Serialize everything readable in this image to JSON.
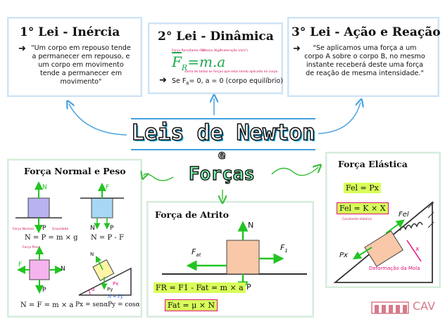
{
  "laws": {
    "first": {
      "title": "1° Lei - Inércia",
      "text": "\"Um corpo em repouso tende a permanecer em repouso, e um corpo em movimento tende a permanecer em movimento\""
    },
    "second": {
      "title": "2° Lei - Dinâmica",
      "formula_main": "F",
      "formula_sub": "R",
      "formula_rest": "=m.a",
      "note_top_left": "Força Resultante (N)",
      "note_top_mid": "Massa (Kg)",
      "note_top_right": "Aceleração (m/s²)",
      "note_bottom": "soma de todas as forças que esta sendo aplicado no corpo",
      "rule_prefix": "Se F",
      "rule_sub": "R",
      "rule_rest": "= 0, a = 0 (corpo equilíbrio)"
    },
    "third": {
      "title": "3° Lei - Ação e Reação",
      "text": "\"Se aplicamos uma força a um corpo A sobre o corpo B, no mesmo instante receberá deste uma força de reação de mesma intensidade.\""
    }
  },
  "center": {
    "title": "Leis de Newton",
    "connector": "e",
    "subtitle": "Forças"
  },
  "normal_peso": {
    "title": "Força Normal e Peso",
    "lbl_N1": "N",
    "lbl_P1": "P",
    "lbl_forca_normal": "Força Normal",
    "lbl_gravidade": "Gravidade",
    "eq1": "N = P = m × g",
    "lbl_F2": "F",
    "lbl_N2": "N",
    "lbl_P2": "P",
    "eq2": "N = P - F",
    "lbl_forca_peso": "Força Peso",
    "lbl_F3": "F",
    "lbl_N3": "N",
    "lbl_P3": "P",
    "eq3": "N = F = m × a",
    "lbl_N4": "N",
    "lbl_Px": "Px",
    "lbl_Py": "Py",
    "lbl_alpha": "α",
    "eq_px": "Px = senα",
    "eq_py_label": "N = Py",
    "eq_py": "Py = cosα"
  },
  "atrito": {
    "title": "Força de Atrito",
    "lbl_N": "N",
    "lbl_Fat": "F",
    "lbl_Fat_sub": "at",
    "lbl_F1": "F",
    "lbl_F1_sub": "1",
    "lbl_P": "P",
    "eq1": "F",
    "eq1_full": "FR = F1 - Fat = m × a",
    "eq2": "Fat = μ × N"
  },
  "elastica": {
    "title": "Força Elástica",
    "eq1": "Fel = Px",
    "eq2": "Fel = K × X",
    "lbl_constante": "Constante elástica",
    "lbl_Fel": "Fel",
    "lbl_Px": "Px",
    "lbl_x": "x",
    "lbl_deformacao": "Deformação da Mola"
  },
  "brand": {
    "name": "CAV"
  },
  "colors": {
    "accent_blue": "#4aa3e0",
    "accent_green": "#3fbf3f",
    "arrow_green": "#22c422",
    "pink": "#e0127a",
    "highlight": "#d9ff5a"
  }
}
